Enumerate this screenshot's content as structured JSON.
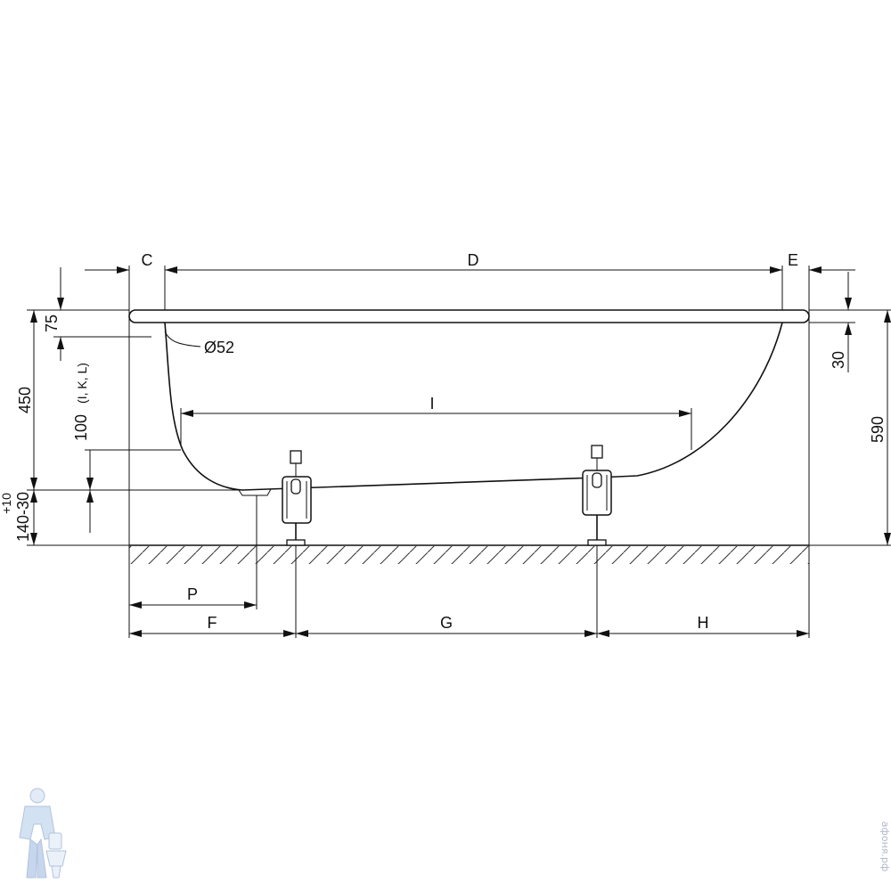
{
  "dimensions": {
    "C": "C",
    "D": "D",
    "E": "E",
    "I": "I",
    "P": "P",
    "F": "F",
    "G": "G",
    "H": "H",
    "d75": "75",
    "d450": "450",
    "d100": "100",
    "d100_note": "(I, K, L)",
    "d_tol_plus": "+10",
    "d_tol_range": "140-30",
    "d30": "30",
    "d590": "590",
    "drain": "Ø52"
  },
  "watermark": {
    "site": "афоня.рф"
  }
}
